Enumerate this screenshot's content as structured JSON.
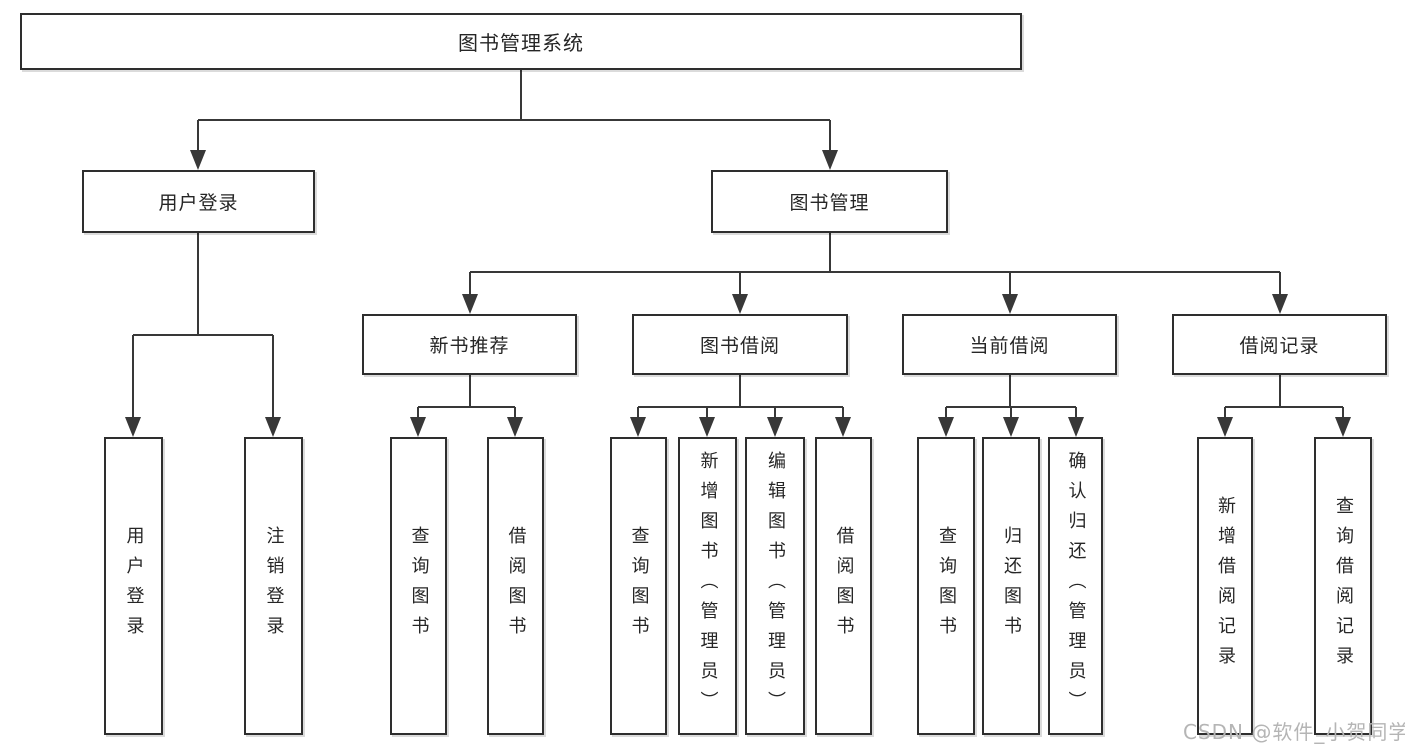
{
  "diagram_title": "图书管理系统",
  "tree": {
    "label": "图书管理系统",
    "children": [
      {
        "label": "用户登录",
        "children": [
          {
            "label": "用户登录"
          },
          {
            "label": "注销登录"
          }
        ]
      },
      {
        "label": "图书管理",
        "children": [
          {
            "label": "新书推荐",
            "children": [
              {
                "label": "查询图书"
              },
              {
                "label": "借阅图书"
              }
            ]
          },
          {
            "label": "图书借阅",
            "children": [
              {
                "label": "查询图书"
              },
              {
                "label": "新增图书（管理员）"
              },
              {
                "label": "编辑图书（管理员）"
              },
              {
                "label": "借阅图书"
              }
            ]
          },
          {
            "label": "当前借阅",
            "children": [
              {
                "label": "查询图书"
              },
              {
                "label": "归还图书"
              },
              {
                "label": "确认归还（管理员）"
              }
            ]
          },
          {
            "label": "借阅记录",
            "children": [
              {
                "label": "新增借阅记录"
              },
              {
                "label": "查询借阅记录"
              }
            ]
          }
        ]
      }
    ]
  },
  "watermark": "CSDN @软件_小贺同学",
  "colors": {
    "line": "#383838",
    "box_border": "#2e2e2e",
    "box_background": "#ffffff",
    "text": "#262626",
    "watermark": "#b5b5b5"
  }
}
